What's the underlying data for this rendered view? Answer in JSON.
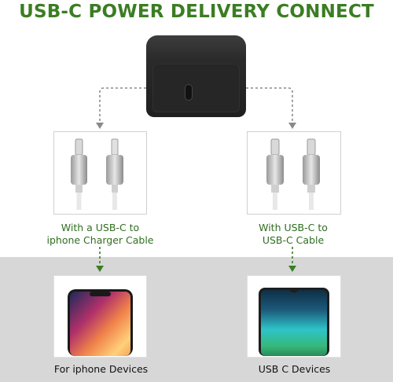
{
  "title": "USB-C POWER DELIVERY CONNECT",
  "left_path": {
    "cable_label_line1": "With a USB-C to",
    "cable_label_line2": "iphone Charger Cable",
    "device_label": "For iphone Devices"
  },
  "right_path": {
    "cable_label_line1": "With USB-C to",
    "cable_label_line2": "USB-C Cable",
    "device_label": "USB C Devices"
  },
  "colors": {
    "title_green": "#3b7d23",
    "label_green": "#2f6e1f",
    "band_gray": "#d7d7d7"
  },
  "icons": [
    "charger-icon",
    "usbc-port-icon",
    "usbc-cable-icon",
    "lightning-cable-icon",
    "iphone-icon",
    "android-phone-icon",
    "arrow-down-icon"
  ]
}
